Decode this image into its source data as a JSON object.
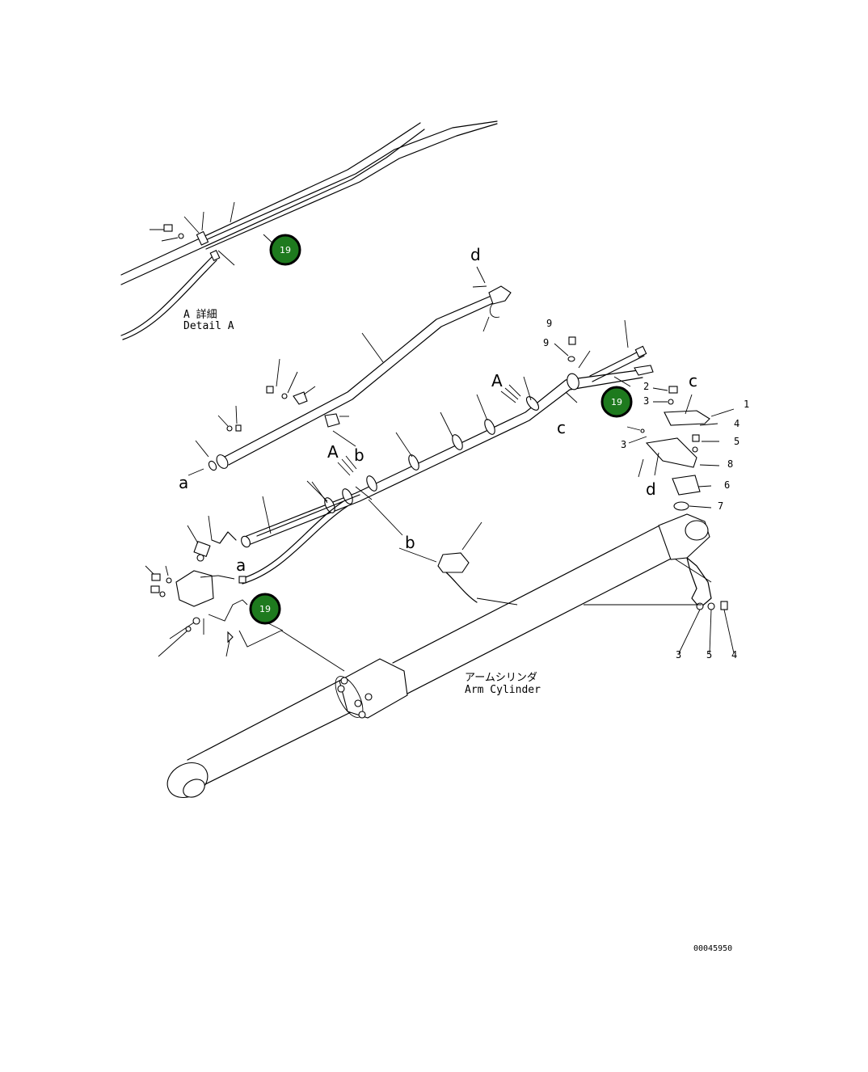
{
  "detail": {
    "ja": "A 詳細",
    "en": "Detail A"
  },
  "cylinder_label": {
    "ja": "アームシリンダ",
    "en": "Arm Cylinder"
  },
  "badges": [
    "19",
    "19",
    "19"
  ],
  "view_arrows": [
    "A",
    "A"
  ],
  "letters": {
    "a1": "a",
    "a2": "a",
    "b1": "b",
    "b2": "b",
    "c1": "c",
    "c2": "c",
    "d1": "d",
    "d2": "d"
  },
  "part_numbers": [
    "1",
    "2",
    "3",
    "3",
    "4",
    "5",
    "6",
    "7",
    "8",
    "9",
    "9",
    "3",
    "5",
    "4"
  ],
  "document_number": "00045950"
}
